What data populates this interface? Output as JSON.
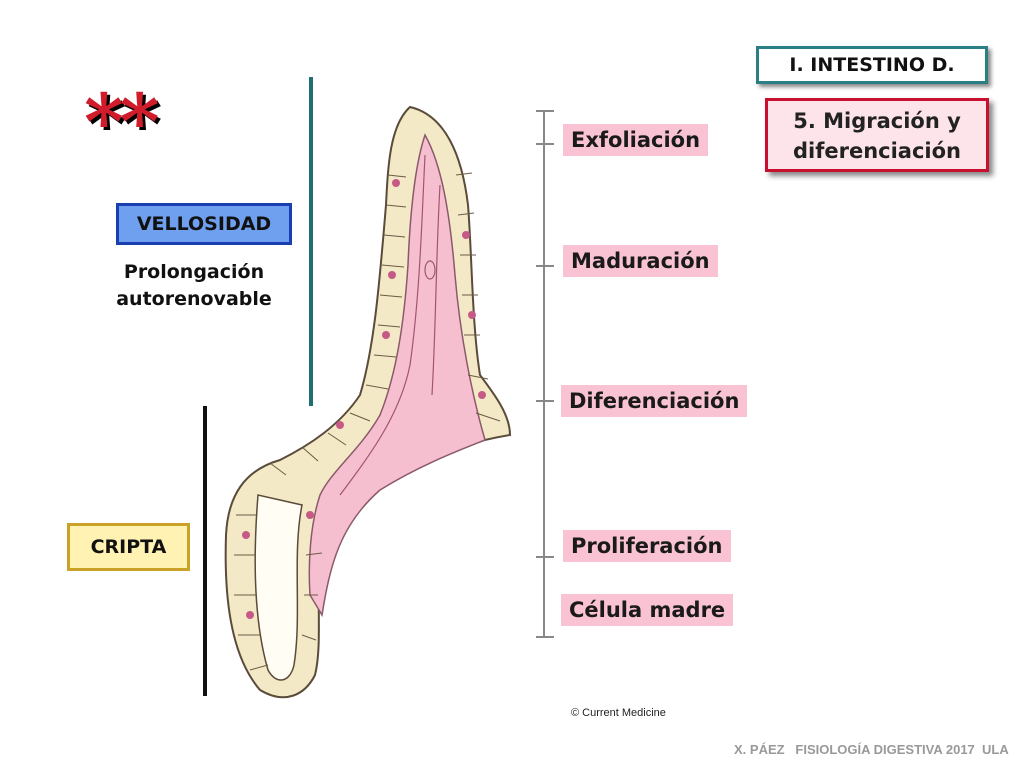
{
  "header": {
    "section_label": "I. INTESTINO D.",
    "topic_title": "5. Migración y\ndiferenciación",
    "stars": "**"
  },
  "labels": {
    "villus": "VELLOSIDAD",
    "villus_caption": "Prolongación\nautorenovable",
    "crypt": "CRIPTA"
  },
  "stages": [
    {
      "label": "Exfoliación"
    },
    {
      "label": "Maduración"
    },
    {
      "label": "Diferenciación"
    },
    {
      "label": "Proliferación"
    },
    {
      "label": "Célula madre"
    }
  ],
  "credit": "© Current Medicine",
  "footer": "X. PÁEZ   FISIOLOGÍA DIGESTIVA 2017  ULA",
  "colors": {
    "section_border": "#2a7f86",
    "topic_border": "#c8102e",
    "topic_bg": "#fde3ea",
    "villus_bg": "#6fa0f0",
    "villus_border": "#1a3fb0",
    "crypt_bg": "#fff2b3",
    "crypt_border": "#c9a227",
    "stage_bg": "#f9c3d3",
    "star_color": "#d11c2c"
  }
}
